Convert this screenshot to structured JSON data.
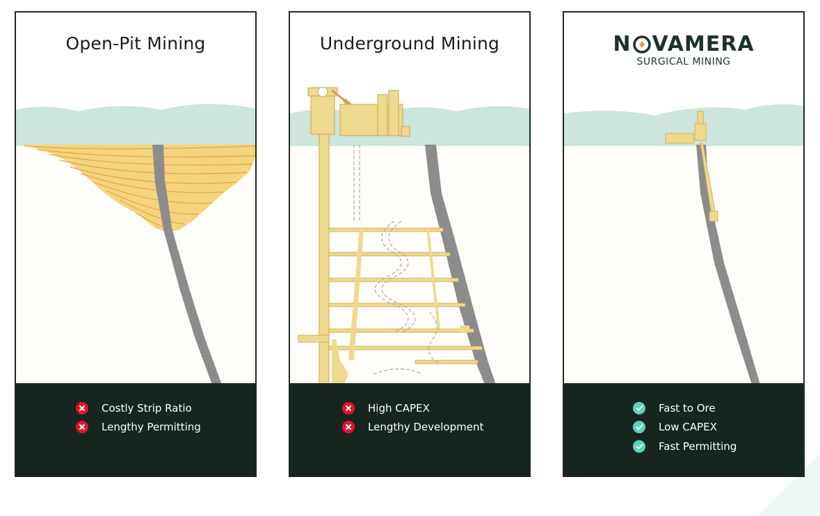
{
  "colors": {
    "dark_footer": "#16261e",
    "hills": "#cde5da",
    "ore_gold": "#f4d47f",
    "shaft_yellow": "#efd98e",
    "vein_gray": "#8c8c8c",
    "negative_red": "#e8112b",
    "positive_teal": "#5fd1bf"
  },
  "panels": [
    {
      "title": "Open-Pit Mining",
      "points": [
        {
          "icon": "x-icon",
          "text": "Costly Strip Ratio"
        },
        {
          "icon": "x-icon",
          "text": "Lengthy Permitting"
        }
      ]
    },
    {
      "title": "Underground Mining",
      "points": [
        {
          "icon": "x-icon",
          "text": "High CAPEX"
        },
        {
          "icon": "x-icon",
          "text": "Lengthy Development"
        }
      ]
    },
    {
      "brand": {
        "name_left": "N",
        "name_right": "VAMERA",
        "subtitle": "SURGICAL MINING"
      },
      "points": [
        {
          "icon": "check-icon",
          "text": "Fast to Ore"
        },
        {
          "icon": "check-icon",
          "text": "Low CAPEX"
        },
        {
          "icon": "check-icon",
          "text": "Fast Permitting"
        }
      ]
    }
  ]
}
